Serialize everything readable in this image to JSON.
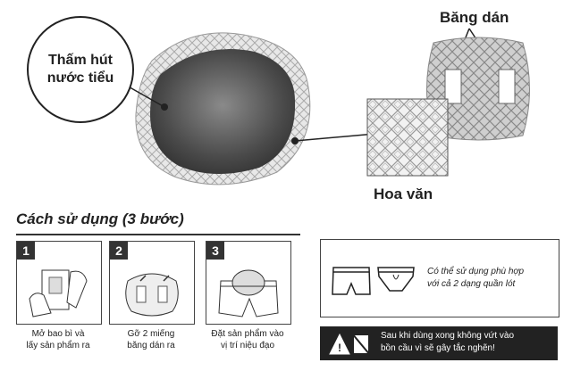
{
  "callout": {
    "line1": "Thấm hút",
    "line2": "nước tiểu"
  },
  "labels": {
    "adhesive": "Băng dán",
    "pattern": "Hoa văn"
  },
  "usage": {
    "title": "Cách sử dụng (3 bước)"
  },
  "steps": [
    {
      "num": "1",
      "line1": "Mở bao bì và",
      "line2": "lấy sản phẩm ra"
    },
    {
      "num": "2",
      "line1": "Gỡ 2 miếng",
      "line2": "băng dán ra"
    },
    {
      "num": "3",
      "line1": "Đặt sản phẩm vào",
      "line2": "vị trí niệu đạo"
    }
  ],
  "info": {
    "line1": "Có thể sử dụng phù hợp",
    "line2": "với cả 2 dạng quần lót"
  },
  "warning": {
    "line1": "Sau khi dùng xong không vứt vào",
    "line2": "bồn cầu vì sẽ gây tắc nghẽn!"
  },
  "icons": {
    "pad": "absorbent-pad-illustration",
    "adhesive_pad": "adhesive-pad-back-illustration",
    "pattern": "diamond-pattern-illustration",
    "brief": "briefs-icon",
    "boxer": "boxer-icon",
    "warning": "no-toilet-icon"
  }
}
